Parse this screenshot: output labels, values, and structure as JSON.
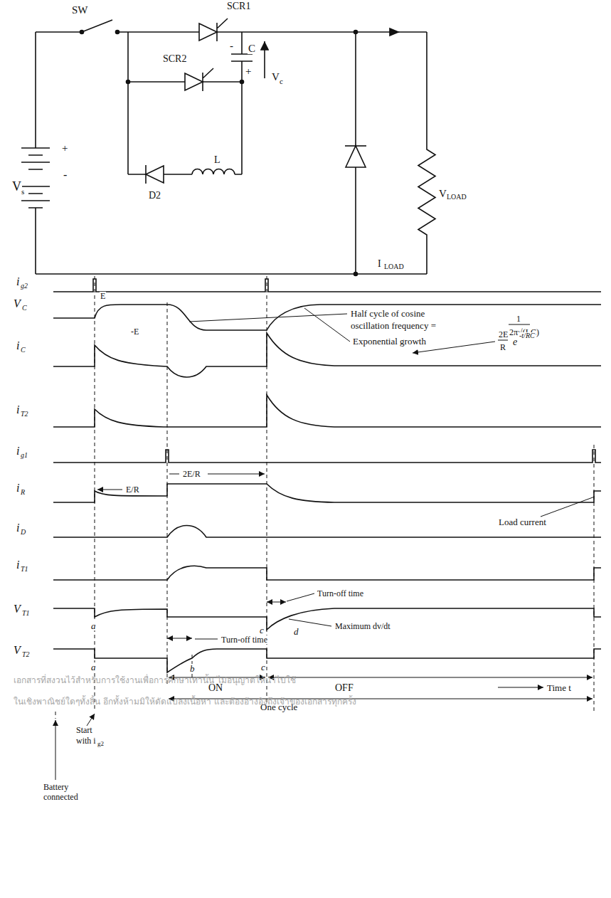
{
  "diagram": {
    "labels": [
      "SW",
      "SCR1",
      "SCR2",
      "V",
      "s",
      "+",
      "-",
      "-",
      "C",
      "+",
      "V",
      "c",
      "D2",
      "L",
      "V",
      "LOAD",
      "I",
      "LOAD",
      "i",
      "g2",
      "V",
      "C",
      "E",
      "-E",
      "i",
      "C",
      "i",
      "T2",
      "i",
      "g1",
      "i",
      "R",
      "E/R",
      "2E/R",
      "i",
      "D",
      "i",
      "T1",
      "V",
      "T1",
      "a",
      "c",
      "d",
      "V",
      "T2",
      "a",
      "b",
      "c",
      "Half cycle of cosine",
      "oscillation frequency =",
      "1",
      "2π√(LC)",
      "Exponential growth",
      "2E",
      "R",
      "e",
      "-t/RC",
      "Load current",
      "Turn-off time",
      "Maximum dv/dt",
      "Turn-off time",
      "ON",
      "OFF",
      "One cycle",
      "Time t",
      "Start",
      "with i",
      "g2",
      "Battery",
      "connected",
      "เอกสารที่สงวนไว้สำหรับการใช้งานเพื่อการศึกษาเท่านั้น ไม่อนุญาตให้นำไปใช้",
      "ในเชิงพาณิชย์ใดๆทั้งสิ้น อีกทั้งห้ามมิให้ดัดแปลงเนื้อหา และต้องอ้างอิงถึงเจ้าของเอกสารทุกครั้ง"
    ]
  }
}
